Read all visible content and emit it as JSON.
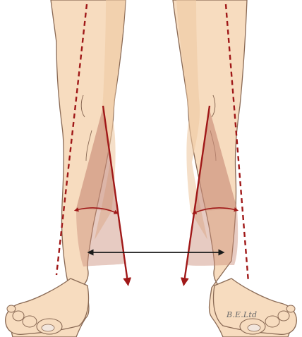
{
  "watermark": "B.E.Ltd",
  "colors": {
    "background": "#ffffff",
    "skin": "#f7dcbf",
    "skin_shadow": "#efc9a3",
    "outline": "#8a6a55",
    "axis_line": "#a01818",
    "shaded_region": "#c98c78",
    "angle_arc": "#a01818",
    "distance_arrow": "#1a1a1a"
  },
  "icons": {
    "angle_marker": "curved-double-arrow",
    "distance_marker": "horizontal-double-arrow"
  }
}
